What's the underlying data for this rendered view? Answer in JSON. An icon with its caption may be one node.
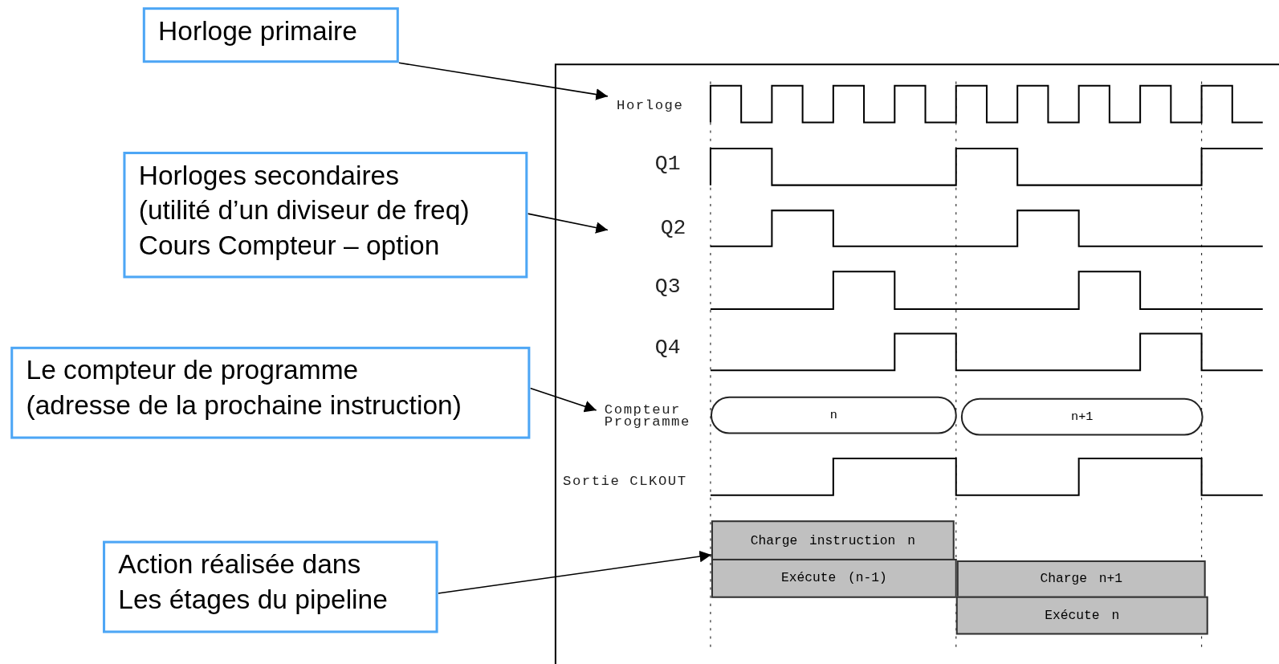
{
  "diagram": {
    "nodes": [
      {
        "text": [
          "Horloge primaire"
        ]
      },
      {
        "text": [
          "Horloges secondaires",
          "(utilité d’un diviseur de freq)",
          "Cours Compteur – option"
        ]
      },
      {
        "text": [
          "Le compteur de programme",
          "(adresse de la prochaine instruction)"
        ]
      },
      {
        "text": [
          "Action réalisée dans",
          "Les étages du pipeline"
        ]
      },
      {
        "text": [
          "Horloge"
        ]
      },
      {
        "text": [
          "Q2"
        ]
      },
      {
        "text": [
          "Compteur Programme"
        ]
      },
      {
        "text": [
          "n"
        ]
      },
      {
        "text": [
          "n+1"
        ]
      },
      {
        "text": [
          "Charge instruction n"
        ]
      },
      {
        "text": [
          "Exécute (n-1)"
        ]
      },
      {
        "text": [
          "Charge n+1"
        ]
      },
      {
        "text": [
          "Exécute n"
        ]
      }
    ],
    "edges": [
      {
        "from": 0,
        "to": 4,
        "arrow": "to"
      },
      {
        "from": 1,
        "to": 5,
        "arrow": "to"
      },
      {
        "from": 2,
        "to": 6,
        "arrow": "to"
      },
      {
        "from": 3,
        "to": 9,
        "arrow": "to"
      }
    ],
    "labels": [
      "Q1",
      "Q3",
      "Q4",
      "Sortie CLKOUT"
    ]
  }
}
